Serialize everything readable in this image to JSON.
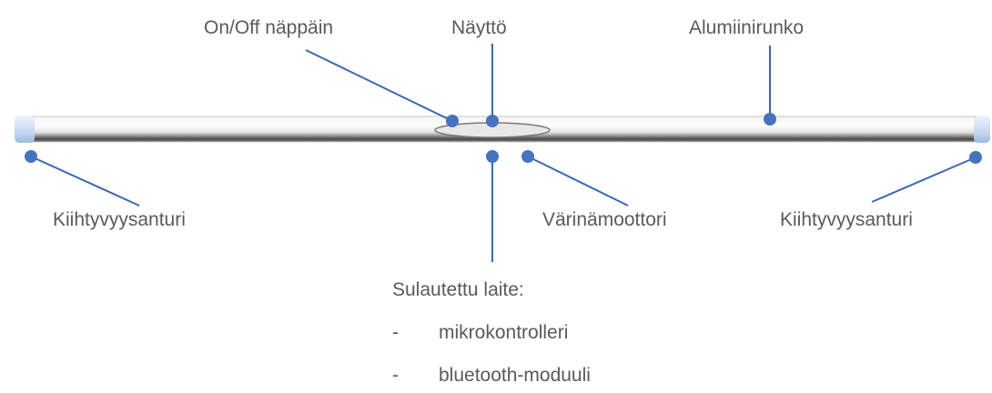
{
  "labels": {
    "onoff": "On/Off näppäin",
    "display": "Näyttö",
    "frame": "Alumiinirunko",
    "accel_left": "Kiihtyvyysanturi",
    "vibration": "Värinämoottori",
    "accel_right": "Kiihtyvyysanturi",
    "embedded_title": "Sulautettu laite:",
    "embedded_items": [
      {
        "bullet": "-",
        "text": "mikrokontrolleri"
      },
      {
        "bullet": "-",
        "text": "bluetooth-moduuli"
      }
    ]
  },
  "colors": {
    "leader": "#3a68b0",
    "dot": "#4673bd",
    "label_text": "#5a5a5a",
    "end_cap": "#cfe0f5"
  }
}
